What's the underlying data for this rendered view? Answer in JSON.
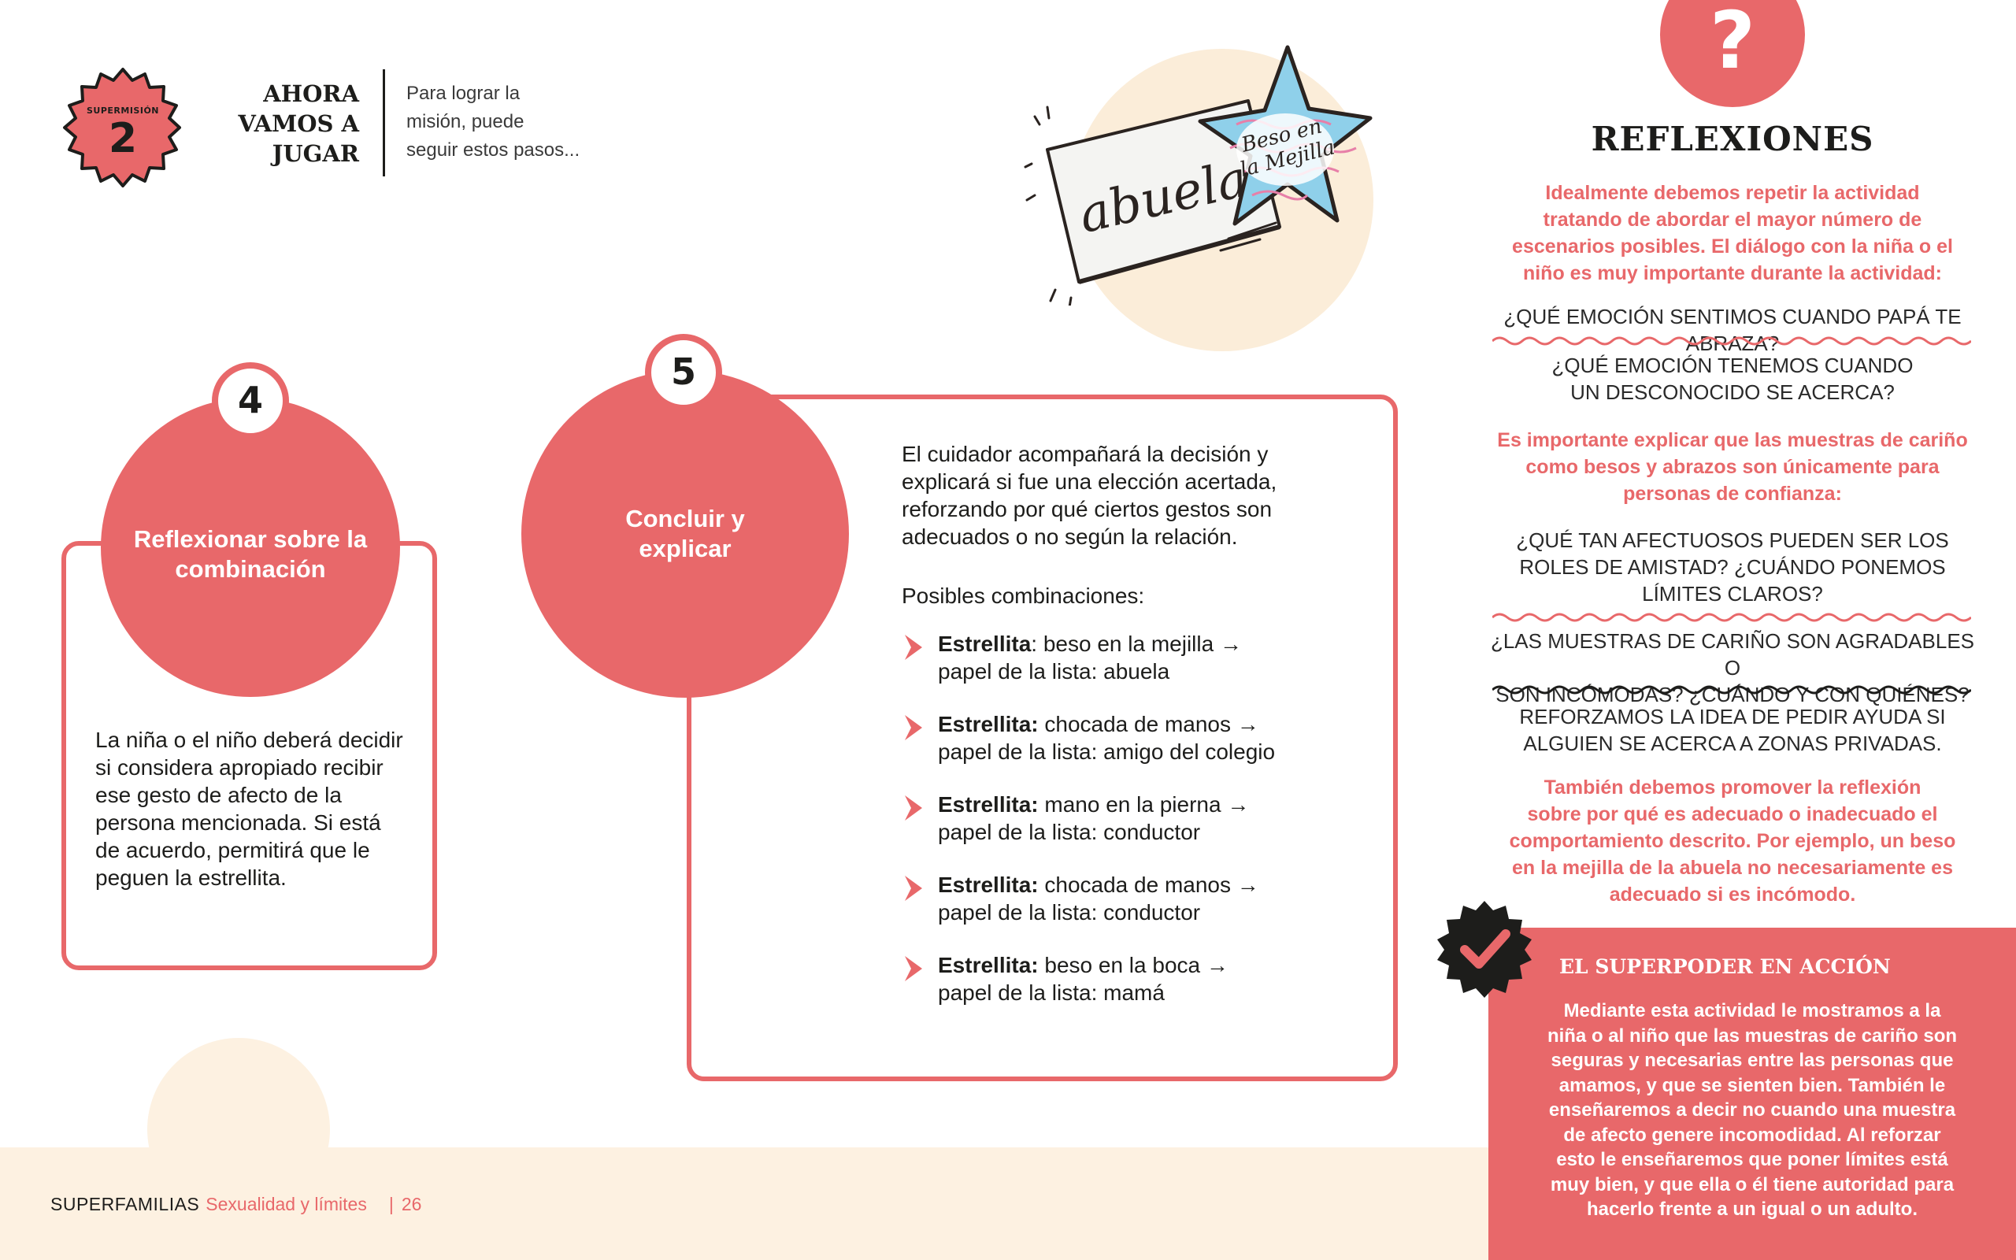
{
  "header": {
    "badge_label": "SUPERMISIÓN",
    "badge_number": "2",
    "title_lines": [
      "AHORA",
      "VAMOS A",
      "JUGAR"
    ],
    "subtitle_lines": [
      "Para lograr la",
      "misión, puede",
      "seguir estos pasos..."
    ]
  },
  "illustration": {
    "card_text": "abuela",
    "star_text": [
      "Beso en",
      "la Mejilla"
    ]
  },
  "step4": {
    "number": "4",
    "title_lines": [
      "Reflexionar sobre la",
      "combinación"
    ],
    "body_lines": [
      "La niña o el niño deberá decidir",
      "si considera apropiado recibir",
      "ese gesto de afecto de la",
      "persona mencionada. Si está",
      "de acuerdo, permitirá que le",
      "peguen la estrellita."
    ]
  },
  "step5": {
    "number": "5",
    "title_lines": [
      "Concluir y",
      "explicar"
    ],
    "body_lines": [
      "El cuidador acompañará la decisión y",
      "explicará si fue una elección acertada,",
      "reforzando por qué ciertos gestos son",
      "adecuados o no según la relación."
    ],
    "combos_heading": "Posibles combinaciones:",
    "combos": [
      {
        "label": "Estrellita",
        "sep": ":",
        "gesture": " beso en la mejilla →",
        "role": "papel de la lista: abuela"
      },
      {
        "label": "Estrellita:",
        "sep": "",
        "gesture": " chocada de manos →",
        "role": "papel de la lista: amigo del colegio"
      },
      {
        "label": "Estrellita:",
        "sep": "",
        "gesture": " mano en la pierna →",
        "role": "papel de la lista: conductor"
      },
      {
        "label": "Estrellita:",
        "sep": "",
        "gesture": " chocada de manos →",
        "role": "papel de la lista: conductor"
      },
      {
        "label": "Estrellita:",
        "sep": "",
        "gesture": " beso en la boca →",
        "role": "papel de la lista: mamá"
      }
    ]
  },
  "reflexiones": {
    "icon": "?",
    "title": "REFLEXIONES",
    "intro_lines": [
      "Idealmente debemos repetir la actividad",
      "tratando de abordar el mayor número de",
      "escenarios posibles. El diálogo con la niña o el",
      "niño es muy importante durante la actividad:"
    ],
    "q1": "¿QUÉ EMOCIÓN SENTIMOS CUANDO PAPÁ TE ABRAZA?",
    "q2_lines": [
      "¿QUÉ EMOCIÓN TENEMOS CUANDO",
      "UN DESCONOCIDO SE ACERCA?"
    ],
    "note_lines": [
      "Es importante explicar que las muestras de cariño",
      "como besos y abrazos son únicamente para",
      "personas de confianza:"
    ],
    "q3_lines": [
      "¿QUÉ TAN AFECTUOSOS PUEDEN SER LOS",
      "ROLES DE AMISTAD? ¿CUÁNDO PONEMOS",
      "LÍMITES CLAROS?"
    ],
    "q4_lines": [
      "¿LAS MUESTRAS DE CARIÑO SON AGRADABLES O",
      "SON INCÓMODAS? ¿CUÁNDO Y CON QUIÉNES?"
    ],
    "q5_lines": [
      "REFORZAMOS LA IDEA DE PEDIR AYUDA SI",
      "ALGUIEN SE ACERCA A ZONAS PRIVADAS."
    ],
    "closing_lines": [
      "También debemos promover la reflexión",
      "sobre por qué es adecuado o inadecuado el",
      "comportamiento descrito. Por ejemplo, un beso",
      "en la mejilla de la abuela no necesariamente es",
      "adecuado si es incómodo."
    ]
  },
  "superpoder": {
    "title": "EL SUPERPODER EN ACCIÓN",
    "body_lines": [
      "Mediante esta actividad le mostramos a la",
      "niña o al niño que las muestras de cariño son",
      "seguras y necesarias entre las personas que",
      "amamos, y que se sienten bien. También le",
      "enseñaremos a decir no cuando una muestra",
      "de afecto genere incomodidad. Al reforzar",
      "esto le enseñaremos que poner límites está",
      "muy bien, y que ella o él tiene autoridad para",
      "hacerlo frente a un igual o un adulto."
    ]
  },
  "footer": {
    "brand": "SUPERFAMILIAS",
    "subtitle": "Sexualidad y límites",
    "separator": "|",
    "page": "26"
  },
  "colors": {
    "accent": "#e8686a",
    "cream": "#fdf1e1",
    "text": "#1d1d1b"
  }
}
